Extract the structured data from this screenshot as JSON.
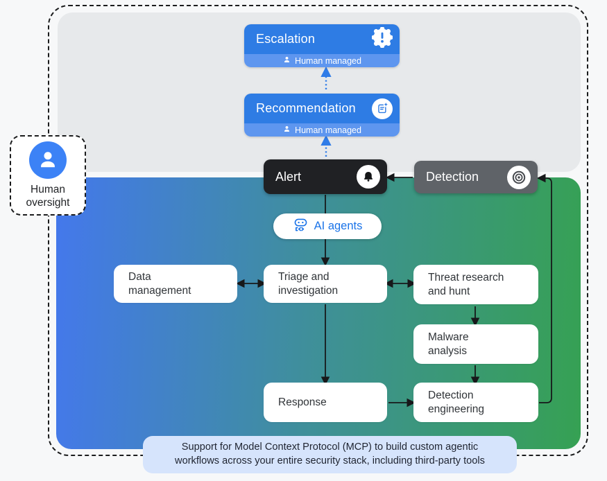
{
  "colors": {
    "accent_blue": "#1a73e8",
    "managed_box_blue": "#2e7ce4",
    "managed_strip_blue": "#5e96ef",
    "alert_black": "#202124",
    "detection_gray": "#5f6368",
    "top_panel_gray": "#e7e9eb",
    "gradient_start": "#4478ec",
    "gradient_mid": "#3f8f9b",
    "gradient_end": "#36a153",
    "banner_bg": "#d6e4fc"
  },
  "oversight": {
    "label": "Human\noversight",
    "icon": "person-icon"
  },
  "escalation": {
    "label": "Escalation",
    "managed": "Human managed",
    "icon": "priority-badge-icon"
  },
  "recommendation": {
    "label": "Recommendation",
    "managed": "Human managed",
    "icon": "note-sparkle-icon"
  },
  "alert": {
    "label": "Alert",
    "icon": "bell-icon"
  },
  "detection": {
    "label": "Detection",
    "icon": "target-icon"
  },
  "ai_agents": {
    "label": "AI agents",
    "icon": "robot-agent-icon"
  },
  "nodes": {
    "data_management": "Data\nmanagement",
    "triage": "Triage and\ninvestigation",
    "threat_research": "Threat research\nand hunt",
    "malware_analysis": "Malware\nanalysis",
    "response": "Response",
    "detection_engineering": "Detection\nengineering"
  },
  "banner": "Support for Model Context Protocol (MCP) to build custom agentic\nworkflows across your entire security stack, including third-party tools"
}
